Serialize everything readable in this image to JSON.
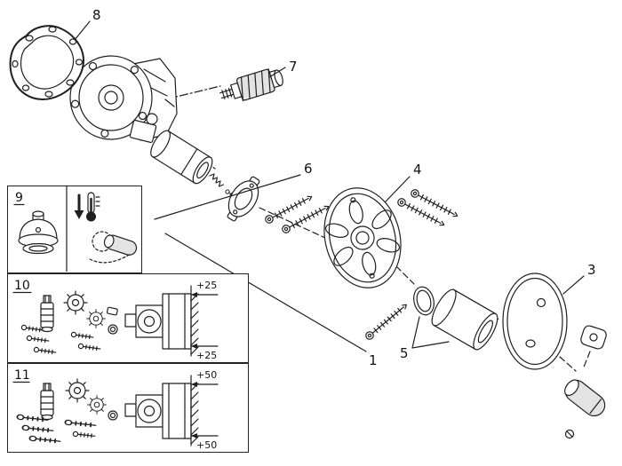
{
  "diagram": {
    "type": "exploded-parts-diagram",
    "callouts": {
      "1": "1",
      "3": "3",
      "4": "4",
      "5": "5",
      "6": "6",
      "7": "7",
      "8": "8"
    },
    "inset_boxes": [
      {
        "id": "9",
        "label": "9"
      },
      {
        "id": "10",
        "label": "10",
        "dimension_top": "+25",
        "dimension_bottom": "+25"
      },
      {
        "id": "11",
        "label": "11",
        "dimension_top": "+50",
        "dimension_bottom": "+50"
      }
    ],
    "icons": {
      "thermometer": "thermometer-icon",
      "down_arrow": "down-arrow-icon"
    },
    "colors": {
      "line": "#1f1f1f",
      "background": "#ffffff"
    }
  }
}
